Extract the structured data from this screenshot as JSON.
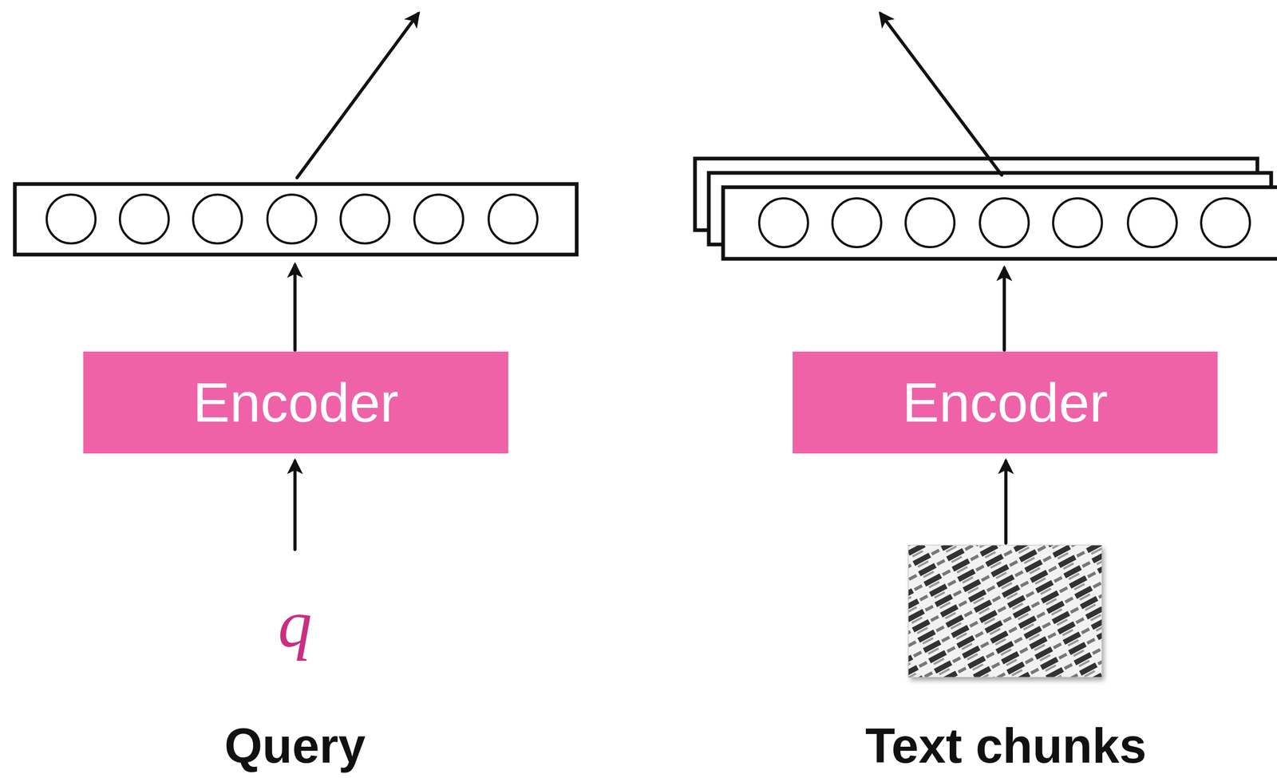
{
  "diagram": {
    "nodes": [
      {
        "text": [
          "Encoder"
        ]
      },
      {
        "text": [
          "Encoder"
        ]
      }
    ],
    "labels": [
      "q",
      "Query",
      "Text chunks"
    ]
  }
}
